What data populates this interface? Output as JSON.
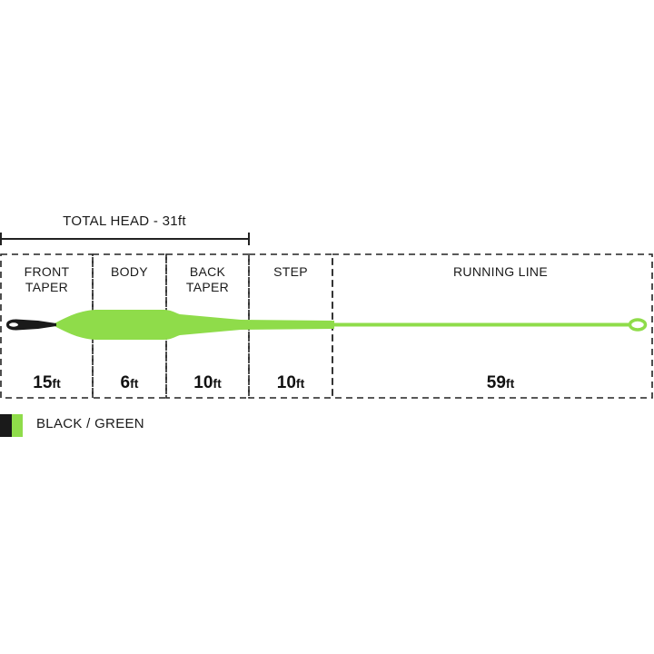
{
  "total_head": {
    "label": "TOTAL HEAD - 31ft"
  },
  "sections": [
    {
      "name_line1": "FRONT",
      "name_line2": "TAPER",
      "length": "15",
      "unit": "ft"
    },
    {
      "name_line1": "BODY",
      "name_line2": "",
      "length": "6",
      "unit": "ft"
    },
    {
      "name_line1": "BACK",
      "name_line2": "TAPER",
      "length": "10",
      "unit": "ft"
    },
    {
      "name_line1": "STEP",
      "name_line2": "",
      "length": "10",
      "unit": "ft"
    },
    {
      "name_line1": "RUNNING LINE",
      "name_line2": "",
      "length": "59",
      "unit": "ft"
    }
  ],
  "legend": {
    "label": "BLACK / GREEN"
  },
  "colors": {
    "line_green": "#8fdc4a",
    "tip_black": "#1a1a1a",
    "dash": "#222222"
  }
}
